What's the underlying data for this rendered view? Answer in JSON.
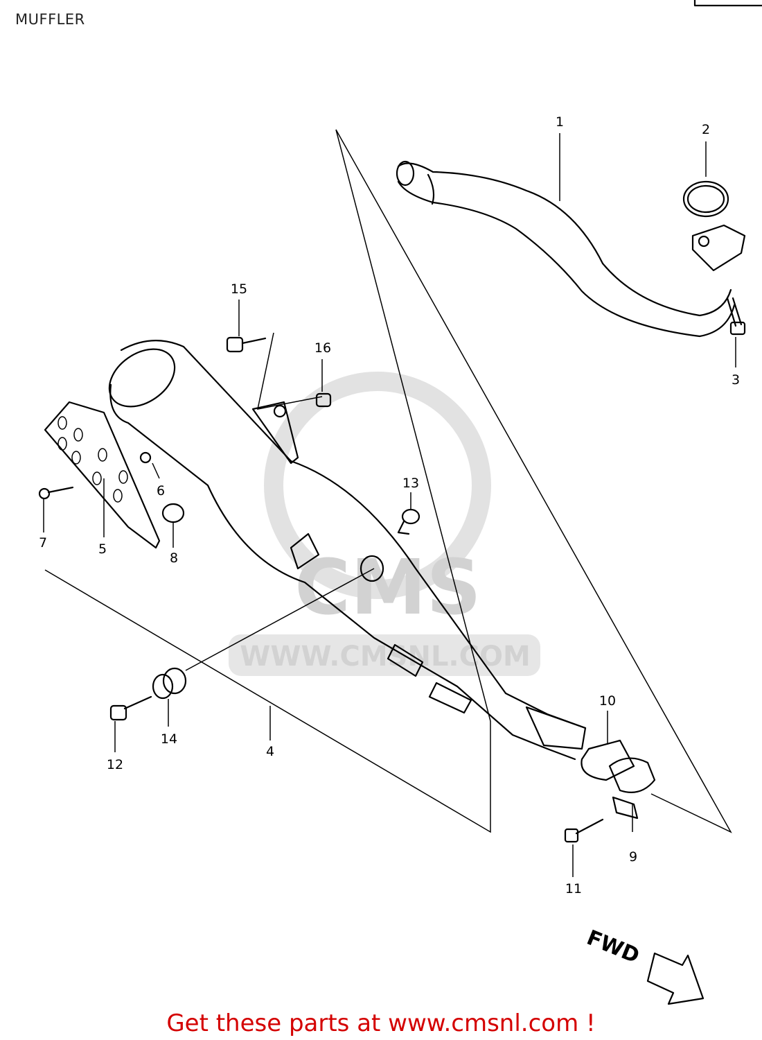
{
  "title": "MUFFLER",
  "footer": "Get these parts at www.cmsnl.com !",
  "watermark": {
    "brand": "CMS",
    "url": "WWW.CMSNL.COM"
  },
  "fwd_label": "FWD",
  "callouts": [
    "1",
    "2",
    "3",
    "4",
    "5",
    "6",
    "7",
    "8",
    "9",
    "10",
    "11",
    "12",
    "13",
    "14",
    "15",
    "16"
  ],
  "colors": {
    "footer": "#d40000",
    "watermark": "#d2d2d2",
    "ink": "#000000"
  }
}
